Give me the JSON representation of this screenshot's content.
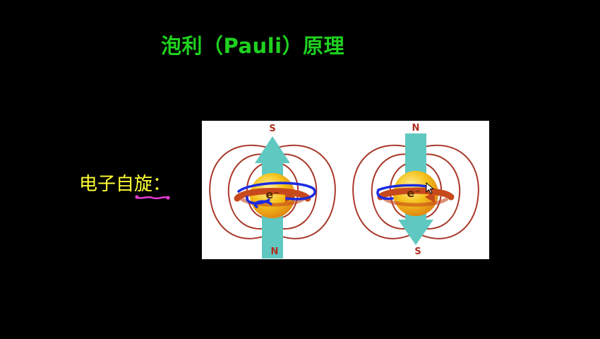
{
  "title": "泡利（Pauli）原理",
  "spin_label": "电子自旋：",
  "diagrams": [
    {
      "top_pole": "S",
      "bottom_pole": "N",
      "particle": "e⁻",
      "arrow_direction": "up"
    },
    {
      "top_pole": "N",
      "bottom_pole": "S",
      "particle": "e⁻",
      "arrow_direction": "down"
    }
  ],
  "colors": {
    "title": "#1fd11f",
    "label": "#ffff33",
    "field_lines": "#a8392b",
    "arrow": "#5fc8c0",
    "sphere": "#f5c21b",
    "annotation": "#1a2be0"
  }
}
